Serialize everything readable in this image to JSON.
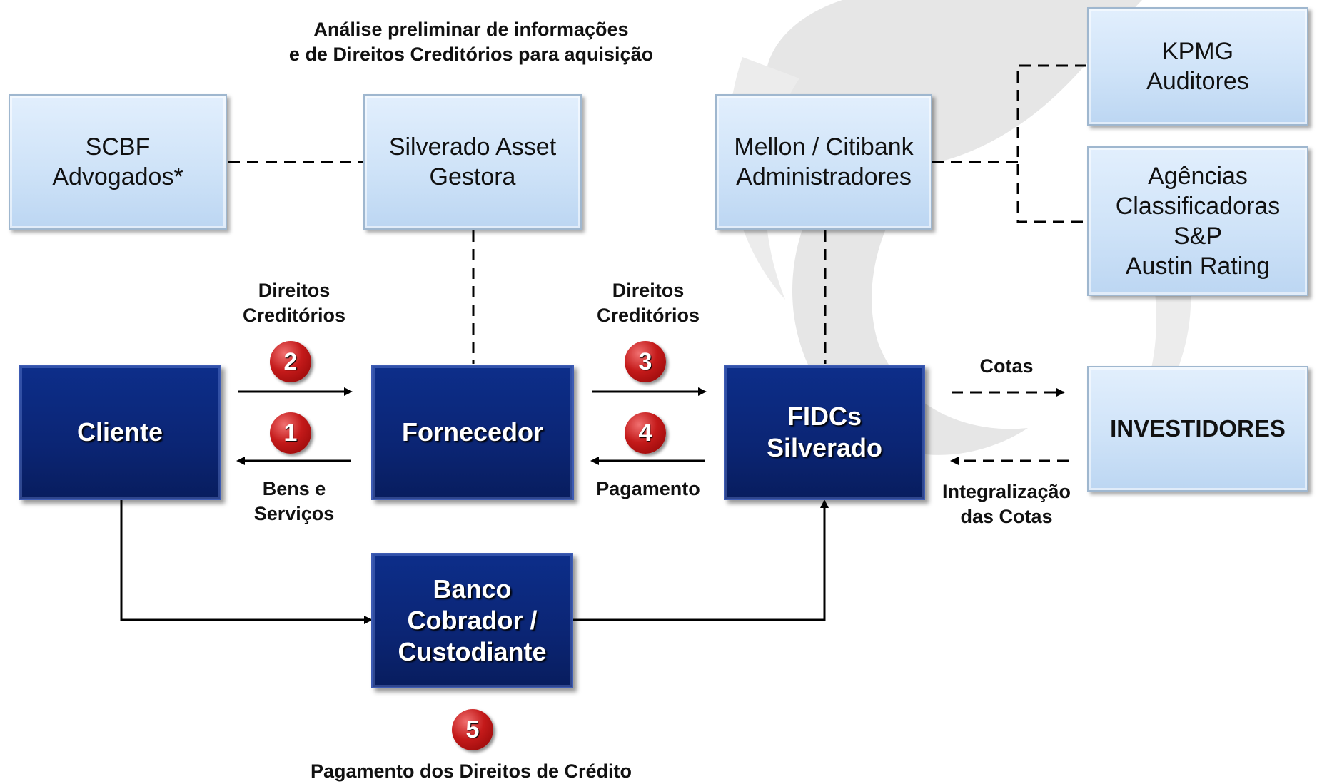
{
  "header": {
    "line1": "Análise preliminar de informações",
    "line2": "e de Direitos Creditórios para aquisição"
  },
  "boxes": {
    "scbf": {
      "line1": "SCBF",
      "line2": "Advogados*"
    },
    "silverado_asset": {
      "line1": "Silverado Asset",
      "line2": "Gestora"
    },
    "mellon": {
      "line1": "Mellon / Citibank",
      "line2": "Administradores"
    },
    "kpmg": {
      "line1": "KPMG",
      "line2": "Auditores"
    },
    "agencias": {
      "line1": "Agências",
      "line2": "Classificadoras",
      "line3": "S&P",
      "line4": "Austin Rating"
    },
    "investidores": {
      "line1": "INVESTIDORES"
    },
    "cliente": {
      "line1": "Cliente"
    },
    "fornecedor": {
      "line1": "Fornecedor"
    },
    "fidcs": {
      "line1": "FIDCs",
      "line2": "Silverado"
    },
    "banco": {
      "line1": "Banco",
      "line2": "Cobrador /",
      "line3": "Custodiante"
    }
  },
  "labels": {
    "direitos1": {
      "line1": "Direitos",
      "line2": "Creditórios"
    },
    "bens": {
      "line1": "Bens e",
      "line2": "Serviços"
    },
    "direitos2": {
      "line1": "Direitos",
      "line2": "Creditórios"
    },
    "pagamento": "Pagamento",
    "cotas": "Cotas",
    "integralizacao": {
      "line1": "Integralização",
      "line2": "das Cotas"
    },
    "pagamento_direitos": "Pagamento dos Direitos de Crédito"
  },
  "steps": [
    "1",
    "2",
    "3",
    "4",
    "5"
  ],
  "colors": {
    "dark_box": "#0b2574",
    "light_box": "#cfe3f8",
    "step_circle": "#c41a1a",
    "watermark": "#e3e3e3"
  }
}
